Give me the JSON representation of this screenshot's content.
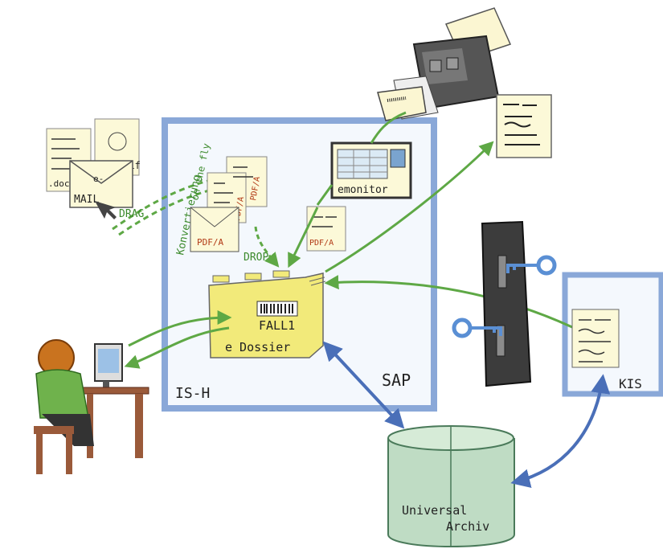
{
  "labels": {
    "ish": "IS-H",
    "sap": "SAP",
    "kis": "KIS",
    "fall": "FALL1",
    "edossier": "e Dossier",
    "emonitor": "emonitor",
    "drag": "DRAG",
    "drop": "DROP",
    "konvertierung": "Konvertierung",
    "on_the_fly": "on the fly",
    "mail": "MAIL",
    "email_e": "e-",
    "doc": ".doc",
    "tif": ".tif",
    "pdfa": "PDF/A",
    "universal": "Universal",
    "archiv": "Archiv"
  },
  "colors": {
    "sap_box_border": "#8aa8d8",
    "sap_box_fill": "#f4f8fd",
    "kis_box_border": "#8aa8d8",
    "dossier_fill": "#f2ea7a",
    "green_arrow": "#5ea845",
    "blue_arrow": "#4a6fb8",
    "archive_fill": "#bfdcc4",
    "document_fill": "#fcf9d8",
    "door_fill": "#3c3c3c",
    "key_fill": "#5a8fd4",
    "person_shirt": "#6fb24c",
    "person_hair": "#c9731f",
    "desk": "#9a5a3a"
  }
}
